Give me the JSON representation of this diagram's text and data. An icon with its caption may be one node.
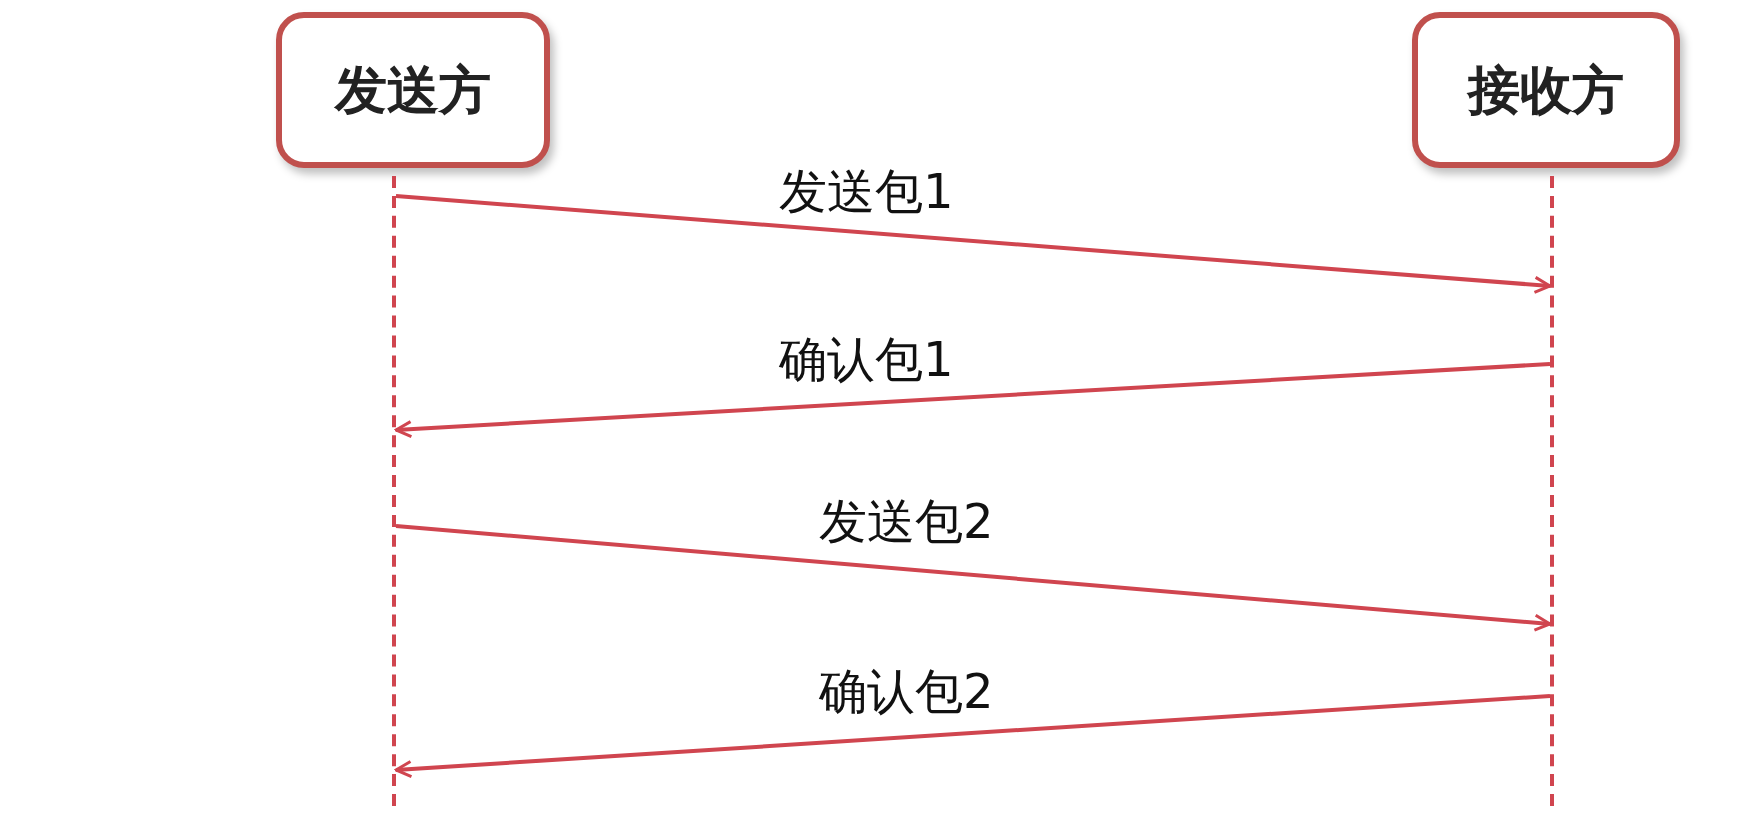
{
  "diagram": {
    "nodes": [
      {
        "text": [
          "发送方"
        ]
      },
      {
        "text": [
          "接收方"
        ]
      },
      {
        "text": [],
        "shape": "line"
      },
      {
        "text": [],
        "shape": "line"
      }
    ],
    "edges": [
      {
        "from": 2,
        "to": 3,
        "arrow": "to",
        "label": "发送包1"
      },
      {
        "from": 3,
        "to": 2,
        "arrow": "to",
        "label": "确认包1"
      },
      {
        "from": 2,
        "to": 3,
        "arrow": "to",
        "label": "发送包2"
      },
      {
        "from": 3,
        "to": 2,
        "arrow": "to",
        "label": "确认包2"
      }
    ]
  }
}
